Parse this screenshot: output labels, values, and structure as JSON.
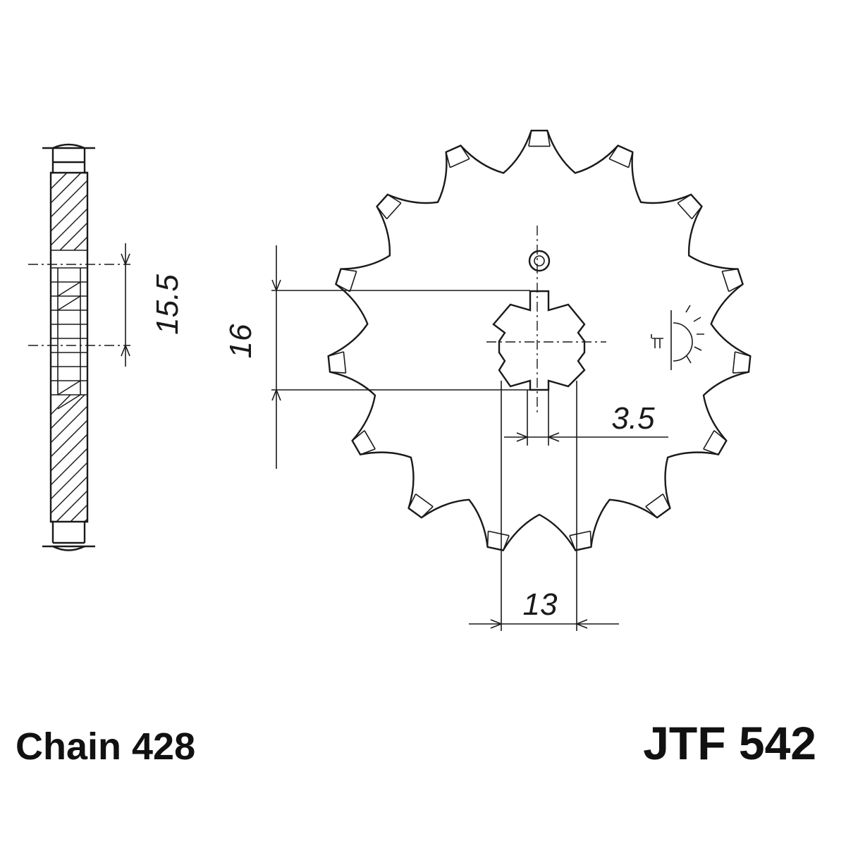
{
  "drawing": {
    "chain_label": "Chain 428",
    "part_number": "JTF 542",
    "line_color": "#1a1a1a",
    "background": "#ffffff"
  },
  "sprocket": {
    "teeth": 15
  },
  "dimensions": {
    "side_width": "15.5",
    "bore_height": "16",
    "spline_width": "3.5",
    "bore_width": "13"
  }
}
